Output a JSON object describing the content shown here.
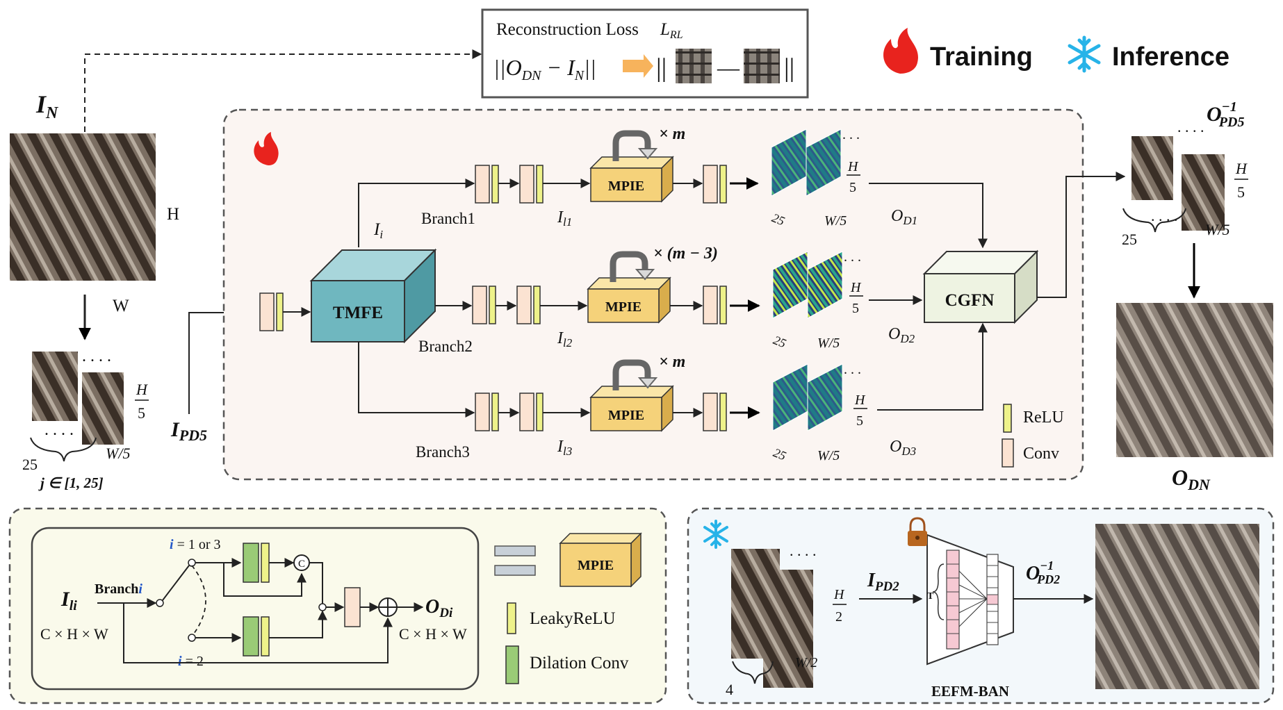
{
  "loss_box": {
    "title": "Reconstruction Loss",
    "symbol": "L",
    "symbol_sub": "RL",
    "formula_left": "||O",
    "formula_dn": "DN",
    "formula_minus": " − I",
    "formula_n": "N",
    "formula_close": "||",
    "bars": "||",
    "minus": "—"
  },
  "legend_top": {
    "training": "Training",
    "inference": "Inference"
  },
  "input": {
    "label": "I",
    "label_sub": "N",
    "h": "H",
    "w": "W",
    "pd_h_num": "H",
    "pd_h_den": "5",
    "pd_w": "W/5",
    "pd_count": "25",
    "j_range": "j ∈ [1, 25]",
    "ipd5": "I",
    "ipd5_sub": "PD5"
  },
  "main": {
    "tmfe": "TMFE",
    "ii": "I",
    "ii_sub": "i",
    "branch1": "Branch1",
    "branch2": "Branch2",
    "branch3": "Branch3",
    "il1": "I",
    "il1_sub": "l1",
    "il2": "I",
    "il2_sub": "l2",
    "il3": "I",
    "il3_sub": "l3",
    "mpie": "MPIE",
    "rep1": "× m",
    "rep2": "× (m − 3)",
    "rep3": "× m",
    "fm_h": "H",
    "fm_den": "5",
    "fm_w": "W/5",
    "fm_count": "25",
    "od1": "O",
    "od1_sub": "D1",
    "od2": "O",
    "od2_sub": "D2",
    "od3": "O",
    "od3_sub": "D3",
    "cgfn": "CGFN",
    "legend_relu": "ReLU",
    "legend_conv": "Conv"
  },
  "output": {
    "opd5": "O",
    "opd5_sub": "PD5",
    "opd5_sup": "−1",
    "h": "H",
    "den": "5",
    "w": "W/5",
    "count": "25",
    "odn": "O",
    "odn_sub": "DN"
  },
  "mpie_detail": {
    "ili": "I",
    "ili_sub": "li",
    "dims_in": "C × H × W",
    "branch_i": "Branch",
    "branch_i_var": "i",
    "i13_var": "i",
    "i13": " = 1 or 3",
    "i2_var": "i",
    "i2": " = 2",
    "concat": "C",
    "odi": "O",
    "odi_sub": "Di",
    "dims_out": "C × H × W",
    "mpie": "MPIE",
    "legend_leaky": "LeakyReLU",
    "legend_dil": "Dilation Conv"
  },
  "inference_box": {
    "h": "H",
    "den": "2",
    "w": "W/2",
    "count": "4",
    "ipd2": "I",
    "ipd2_sub": "PD2",
    "t": "T",
    "net": "EEFM-BAN",
    "opd2": "O",
    "opd2_sub": "PD2",
    "opd2_sup": "−1"
  },
  "colors": {
    "training_icon": "#e8231e",
    "inference_icon": "#27b3e8",
    "tmfe": "#6fb7bf",
    "mpie": "#f5d27a",
    "cgfn": "#eef3e2",
    "conv": "#fbe3d2",
    "relu": "#eef28a",
    "dilation": "#9acb76",
    "training_bg": "#fbf5f2",
    "mpie_panel_bg": "#fafaeb",
    "inference_bg": "#f3f8fb",
    "pink": "#f6c9d3"
  }
}
